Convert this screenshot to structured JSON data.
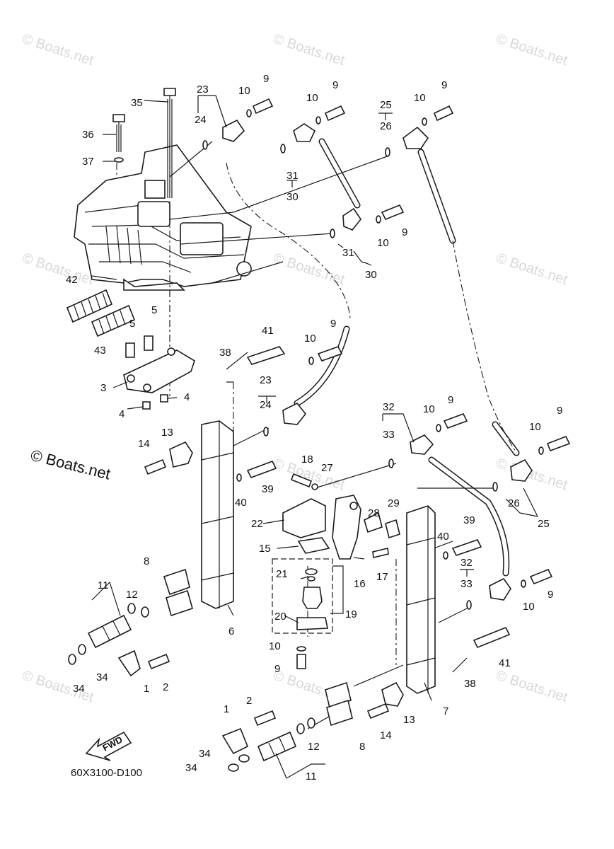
{
  "diagram": {
    "drawing_code": "60X3100-D100",
    "fwd_label": "FWD",
    "copyright_label": "© Boats.net",
    "watermark_text": "© Boats.net",
    "part_numbers": [
      "1",
      "2",
      "3",
      "4",
      "5",
      "6",
      "7",
      "8",
      "9",
      "10",
      "11",
      "12",
      "13",
      "14",
      "15",
      "16",
      "17",
      "18",
      "19",
      "20",
      "21",
      "22",
      "23",
      "24",
      "25",
      "26",
      "27",
      "28",
      "29",
      "30",
      "31",
      "32",
      "33",
      "34",
      "35",
      "36",
      "37",
      "38",
      "39",
      "40",
      "41",
      "42",
      "43"
    ]
  }
}
